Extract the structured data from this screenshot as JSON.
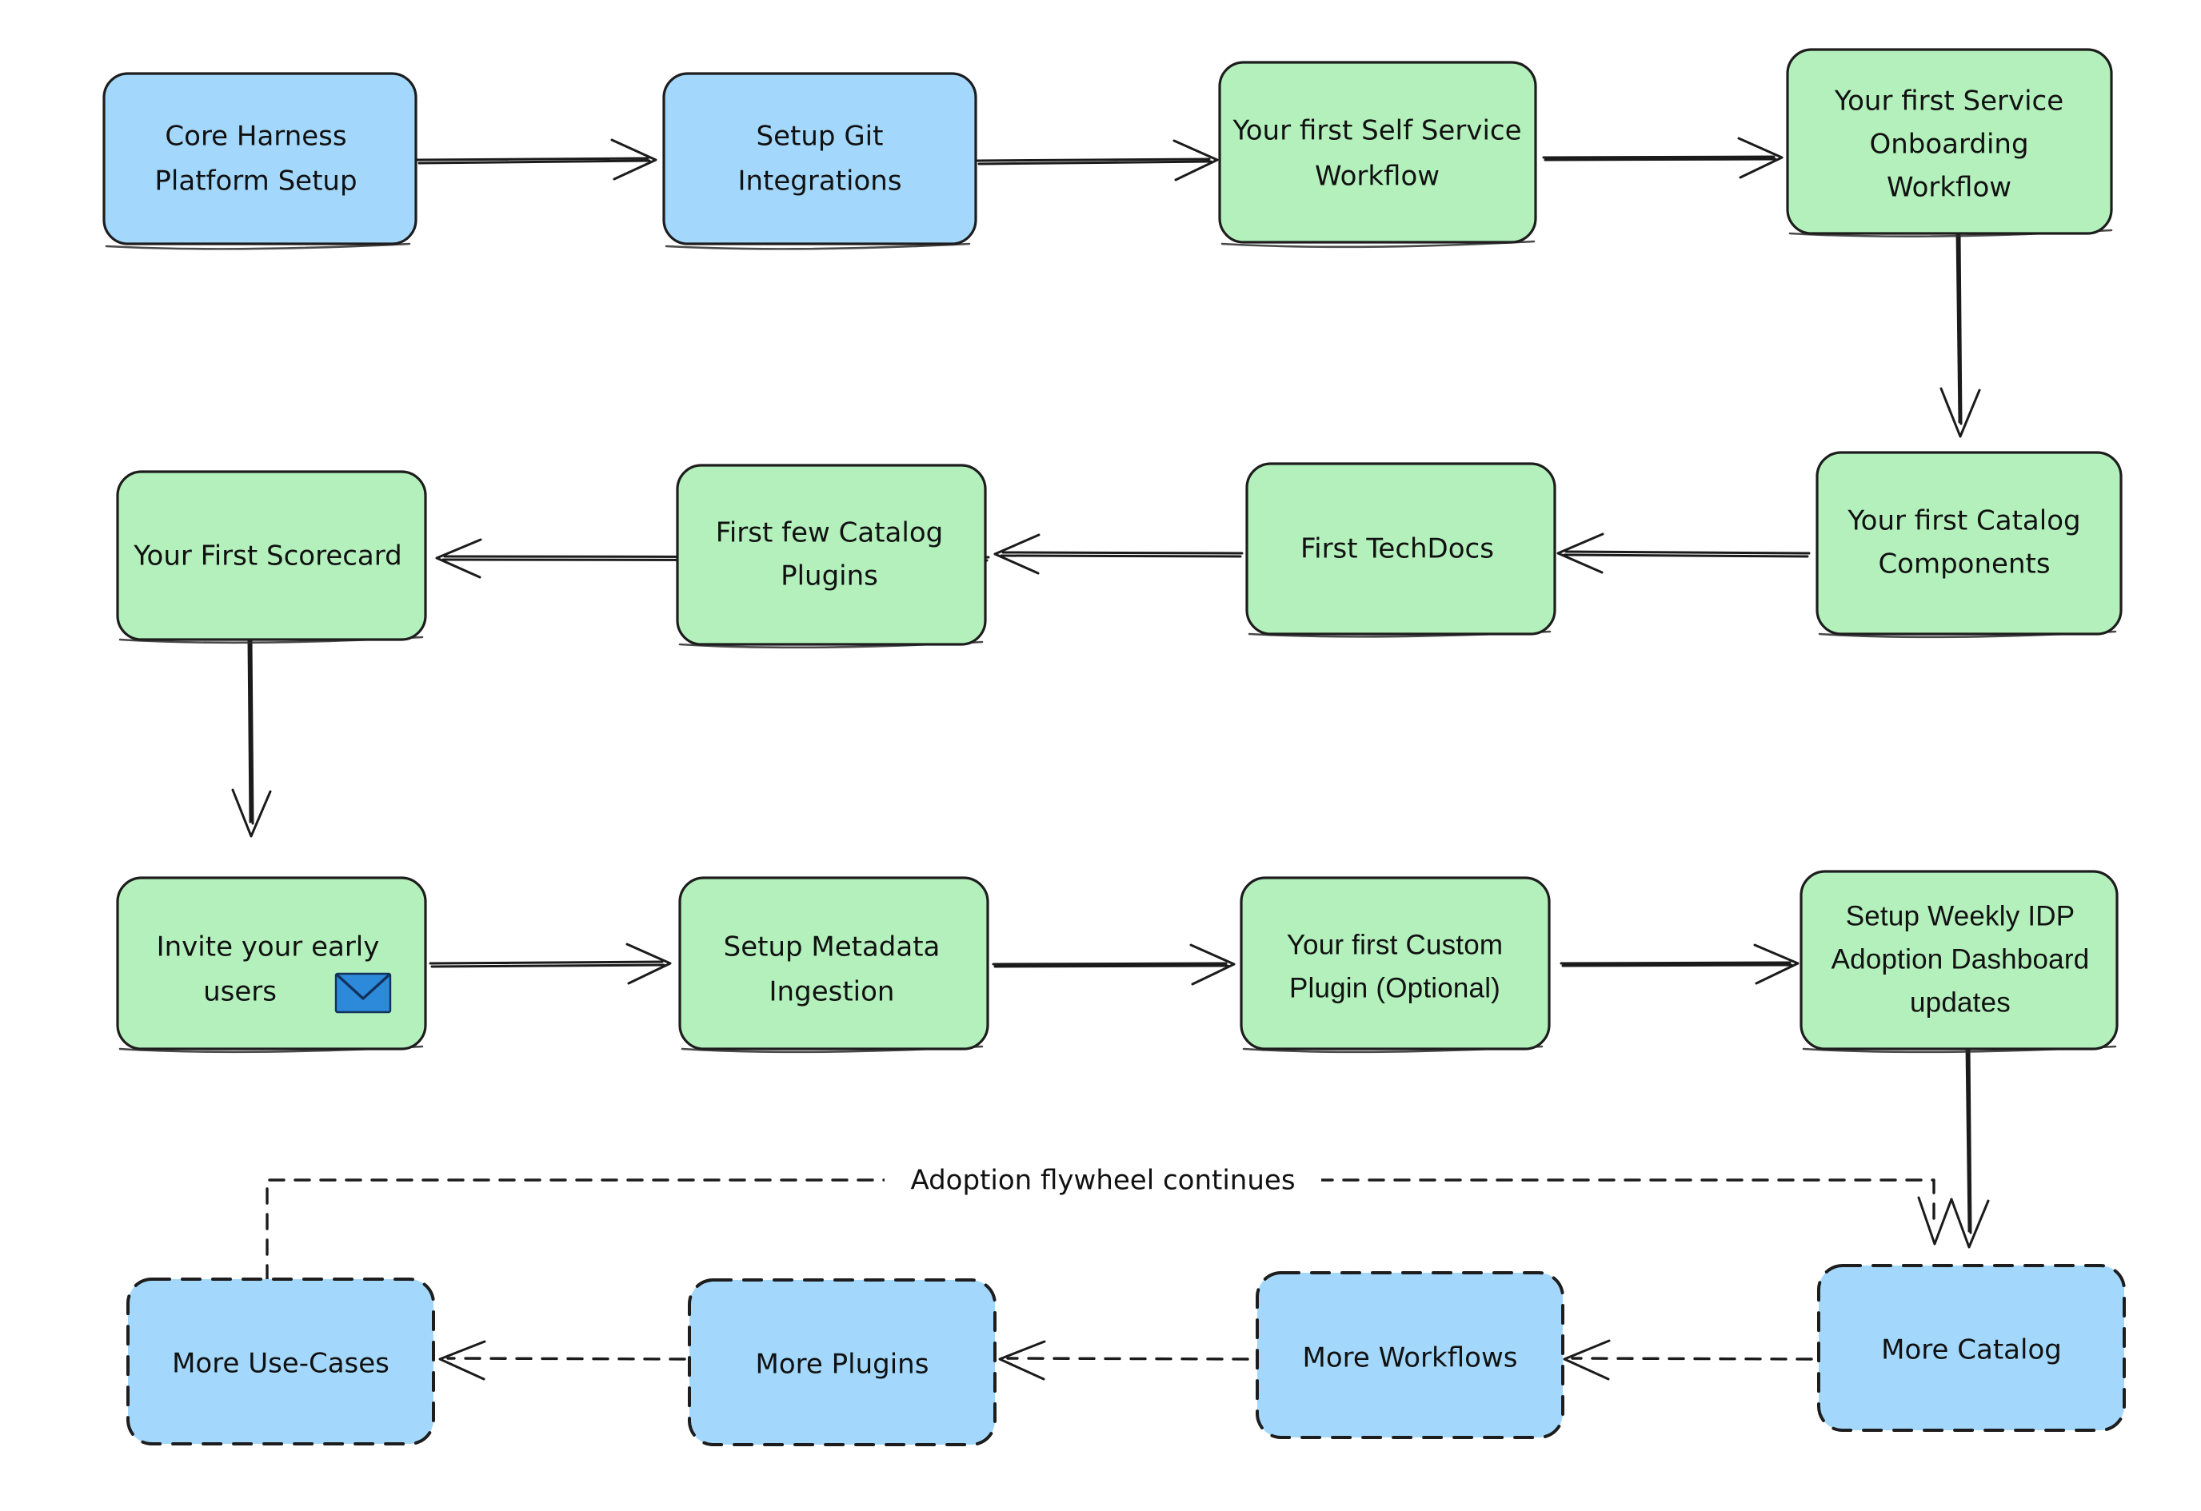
{
  "diagram": {
    "title": "IDP Adoption Flywheel Flowchart",
    "style": "hand-drawn sketch flowchart",
    "colors": {
      "blue_fill": "#a3d8fc",
      "green_fill": "#b3f0bc",
      "stroke": "#1d1d1d",
      "text": "#111111",
      "envelope_blue": "#2d8ada",
      "background": "#ffffff"
    },
    "rows": [
      {
        "row_id": "row-1",
        "direction": "left-to-right",
        "nodes": [
          {
            "id": "core-harness-platform-setup",
            "lines": [
              "Core Harness",
              "Platform Setup"
            ],
            "fill": "blue",
            "border": "solid",
            "font": "handwritten"
          },
          {
            "id": "setup-git-integrations",
            "lines": [
              "Setup Git",
              "Integrations"
            ],
            "fill": "blue",
            "border": "solid",
            "font": "handwritten"
          },
          {
            "id": "your-first-self-service-workflow",
            "lines": [
              "Your first Self Service",
              "Workflow"
            ],
            "fill": "green",
            "border": "solid",
            "font": "handwritten"
          },
          {
            "id": "your-first-service-onboarding-workflow",
            "lines": [
              "Your first Service",
              "Onboarding",
              "Workflow"
            ],
            "fill": "green",
            "border": "solid",
            "font": "handwritten"
          }
        ]
      },
      {
        "row_id": "row-2",
        "direction": "right-to-left",
        "nodes": [
          {
            "id": "your-first-scorecard",
            "lines": [
              "Your First Scorecard"
            ],
            "fill": "green",
            "border": "solid",
            "font": "handwritten"
          },
          {
            "id": "first-few-catalog-plugins",
            "lines": [
              "First few Catalog",
              "Plugins"
            ],
            "fill": "green",
            "border": "solid",
            "font": "handwritten"
          },
          {
            "id": "first-techdocs",
            "lines": [
              "First TechDocs"
            ],
            "fill": "green",
            "border": "solid",
            "font": "handwritten"
          },
          {
            "id": "your-first-catalog-components",
            "lines": [
              "Your first Catalog",
              "Components"
            ],
            "fill": "green",
            "border": "solid",
            "font": "handwritten"
          }
        ]
      },
      {
        "row_id": "row-3",
        "direction": "left-to-right",
        "nodes": [
          {
            "id": "invite-your-early-users",
            "lines": [
              "Invite your early",
              "users"
            ],
            "fill": "green",
            "border": "solid",
            "font": "handwritten",
            "icon": "envelope-icon"
          },
          {
            "id": "setup-metadata-ingestion",
            "lines": [
              "Setup Metadata",
              "Ingestion"
            ],
            "fill": "green",
            "border": "solid",
            "font": "handwritten"
          },
          {
            "id": "your-first-custom-plugin-optional",
            "lines": [
              "Your first Custom",
              "Plugin (Optional)"
            ],
            "fill": "green",
            "border": "solid",
            "font": "sans"
          },
          {
            "id": "setup-weekly-idp-adoption-dashboard-updates",
            "lines": [
              "Setup Weekly IDP",
              "Adoption Dashboard",
              "updates"
            ],
            "fill": "green",
            "border": "solid",
            "font": "sans"
          }
        ]
      },
      {
        "row_id": "row-4",
        "direction": "right-to-left",
        "nodes": [
          {
            "id": "more-use-cases",
            "lines": [
              "More Use-Cases"
            ],
            "fill": "blue",
            "border": "dashed",
            "font": "handwritten"
          },
          {
            "id": "more-plugins",
            "lines": [
              "More Plugins"
            ],
            "fill": "blue",
            "border": "dashed",
            "font": "handwritten"
          },
          {
            "id": "more-workflows",
            "lines": [
              "More Workflows"
            ],
            "fill": "blue",
            "border": "dashed",
            "font": "handwritten"
          },
          {
            "id": "more-catalog",
            "lines": [
              "More Catalog"
            ],
            "fill": "blue",
            "border": "dashed",
            "font": "handwritten"
          }
        ]
      }
    ],
    "edges": [
      {
        "id": "e1",
        "from": "core-harness-platform-setup",
        "to": "setup-git-integrations",
        "style": "solid",
        "label": ""
      },
      {
        "id": "e2",
        "from": "setup-git-integrations",
        "to": "your-first-self-service-workflow",
        "style": "solid",
        "label": ""
      },
      {
        "id": "e3",
        "from": "your-first-self-service-workflow",
        "to": "your-first-service-onboarding-workflow",
        "style": "solid",
        "label": ""
      },
      {
        "id": "e4",
        "from": "your-first-service-onboarding-workflow",
        "to": "your-first-catalog-components",
        "style": "solid",
        "label": ""
      },
      {
        "id": "e5",
        "from": "your-first-catalog-components",
        "to": "first-techdocs",
        "style": "solid",
        "label": ""
      },
      {
        "id": "e6",
        "from": "first-techdocs",
        "to": "first-few-catalog-plugins",
        "style": "solid",
        "label": ""
      },
      {
        "id": "e7",
        "from": "first-few-catalog-plugins",
        "to": "your-first-scorecard",
        "style": "solid",
        "label": ""
      },
      {
        "id": "e8",
        "from": "your-first-scorecard",
        "to": "invite-your-early-users",
        "style": "solid",
        "label": ""
      },
      {
        "id": "e9",
        "from": "invite-your-early-users",
        "to": "setup-metadata-ingestion",
        "style": "solid",
        "label": ""
      },
      {
        "id": "e10",
        "from": "setup-metadata-ingestion",
        "to": "your-first-custom-plugin-optional",
        "style": "solid",
        "label": ""
      },
      {
        "id": "e11",
        "from": "your-first-custom-plugin-optional",
        "to": "setup-weekly-idp-adoption-dashboard-updates",
        "style": "solid",
        "label": ""
      },
      {
        "id": "e12",
        "from": "setup-weekly-idp-adoption-dashboard-updates",
        "to": "more-catalog",
        "style": "solid",
        "label": ""
      },
      {
        "id": "e13",
        "from": "more-catalog",
        "to": "more-workflows",
        "style": "dashed",
        "label": ""
      },
      {
        "id": "e14",
        "from": "more-workflows",
        "to": "more-plugins",
        "style": "dashed",
        "label": ""
      },
      {
        "id": "e15",
        "from": "more-plugins",
        "to": "more-use-cases",
        "style": "dashed",
        "label": ""
      },
      {
        "id": "e16",
        "from": "more-use-cases",
        "to": "more-catalog",
        "style": "dashed",
        "label": "Adoption flywheel continues"
      }
    ],
    "labels": {
      "flywheel": "Adoption flywheel continues"
    }
  }
}
